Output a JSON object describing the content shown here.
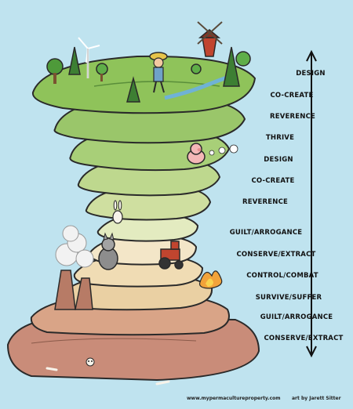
{
  "stages": [
    {
      "id": "design-top",
      "label": "DESIGN"
    },
    {
      "id": "co-create-top",
      "label": "CO-CREATE"
    },
    {
      "id": "reverence-top",
      "label": "REVERENCE"
    },
    {
      "id": "thrive",
      "label": "THRIVE"
    },
    {
      "id": "design-mid",
      "label": "DESIGN"
    },
    {
      "id": "co-create-mid",
      "label": "CO-CREATE"
    },
    {
      "id": "reverence-mid",
      "label": "REVERENCE"
    },
    {
      "id": "guilt-arrogance-mid",
      "label": "GUILT/ARROGANCE"
    },
    {
      "id": "conserve-extract-mid",
      "label": "CONSERVE/EXTRACT"
    },
    {
      "id": "control-combat",
      "label": "CONTROL/COMBAT"
    },
    {
      "id": "survive-suffer",
      "label": "SURVIVE/SUFFER"
    },
    {
      "id": "guilt-arrogance-bottom",
      "label": "GUILT/ARROGANCE"
    },
    {
      "id": "conserve-extract-bottom",
      "label": "CONSERVE/EXTRACT"
    }
  ],
  "credit": {
    "website": "www.mypermacultureproperty.com",
    "artist": "art by Jarett Sitter"
  },
  "colors": {
    "sky": "#bfe3ef",
    "grass_top": "#8fc35a",
    "grass_mid": "#b9d38a",
    "sand": "#f0dcb4",
    "clay": "#d9a487",
    "dirt": "#c98c79",
    "outline": "#2a2a2a"
  },
  "icons": [
    "wind-turbine-icon",
    "windmill-icon",
    "farmer-icon",
    "pig-icon",
    "rabbit-icon",
    "wolf-icon",
    "tractor-icon",
    "fire-icon",
    "smokestack-icon",
    "skull-icon",
    "bone-icon"
  ]
}
